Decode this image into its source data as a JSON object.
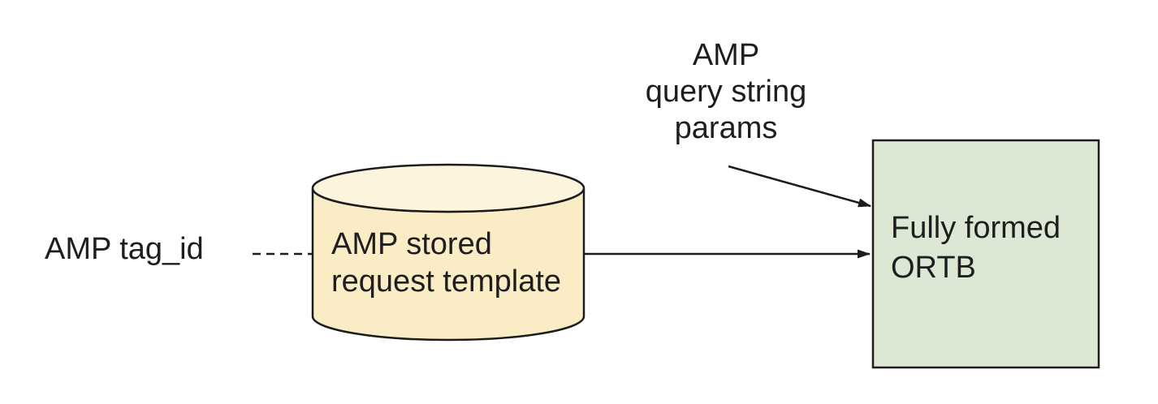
{
  "colors": {
    "background": "#ffffff",
    "line": "#1c1c1c",
    "text": "#1e1e1e",
    "cylinder_body_fill": "#faedc6",
    "cylinder_top_fill": "#fcf4dd",
    "ortb_box_fill": "#dce8d4"
  },
  "labels": {
    "amp_tag_id": "AMP tag_id",
    "query_params": {
      "line1": "AMP",
      "line2": "query string",
      "line3": "params"
    },
    "stored_request": {
      "line1": "AMP stored",
      "line2": "request template"
    },
    "ortb": {
      "line1": "Fully formed",
      "line2": "ORTB"
    }
  }
}
